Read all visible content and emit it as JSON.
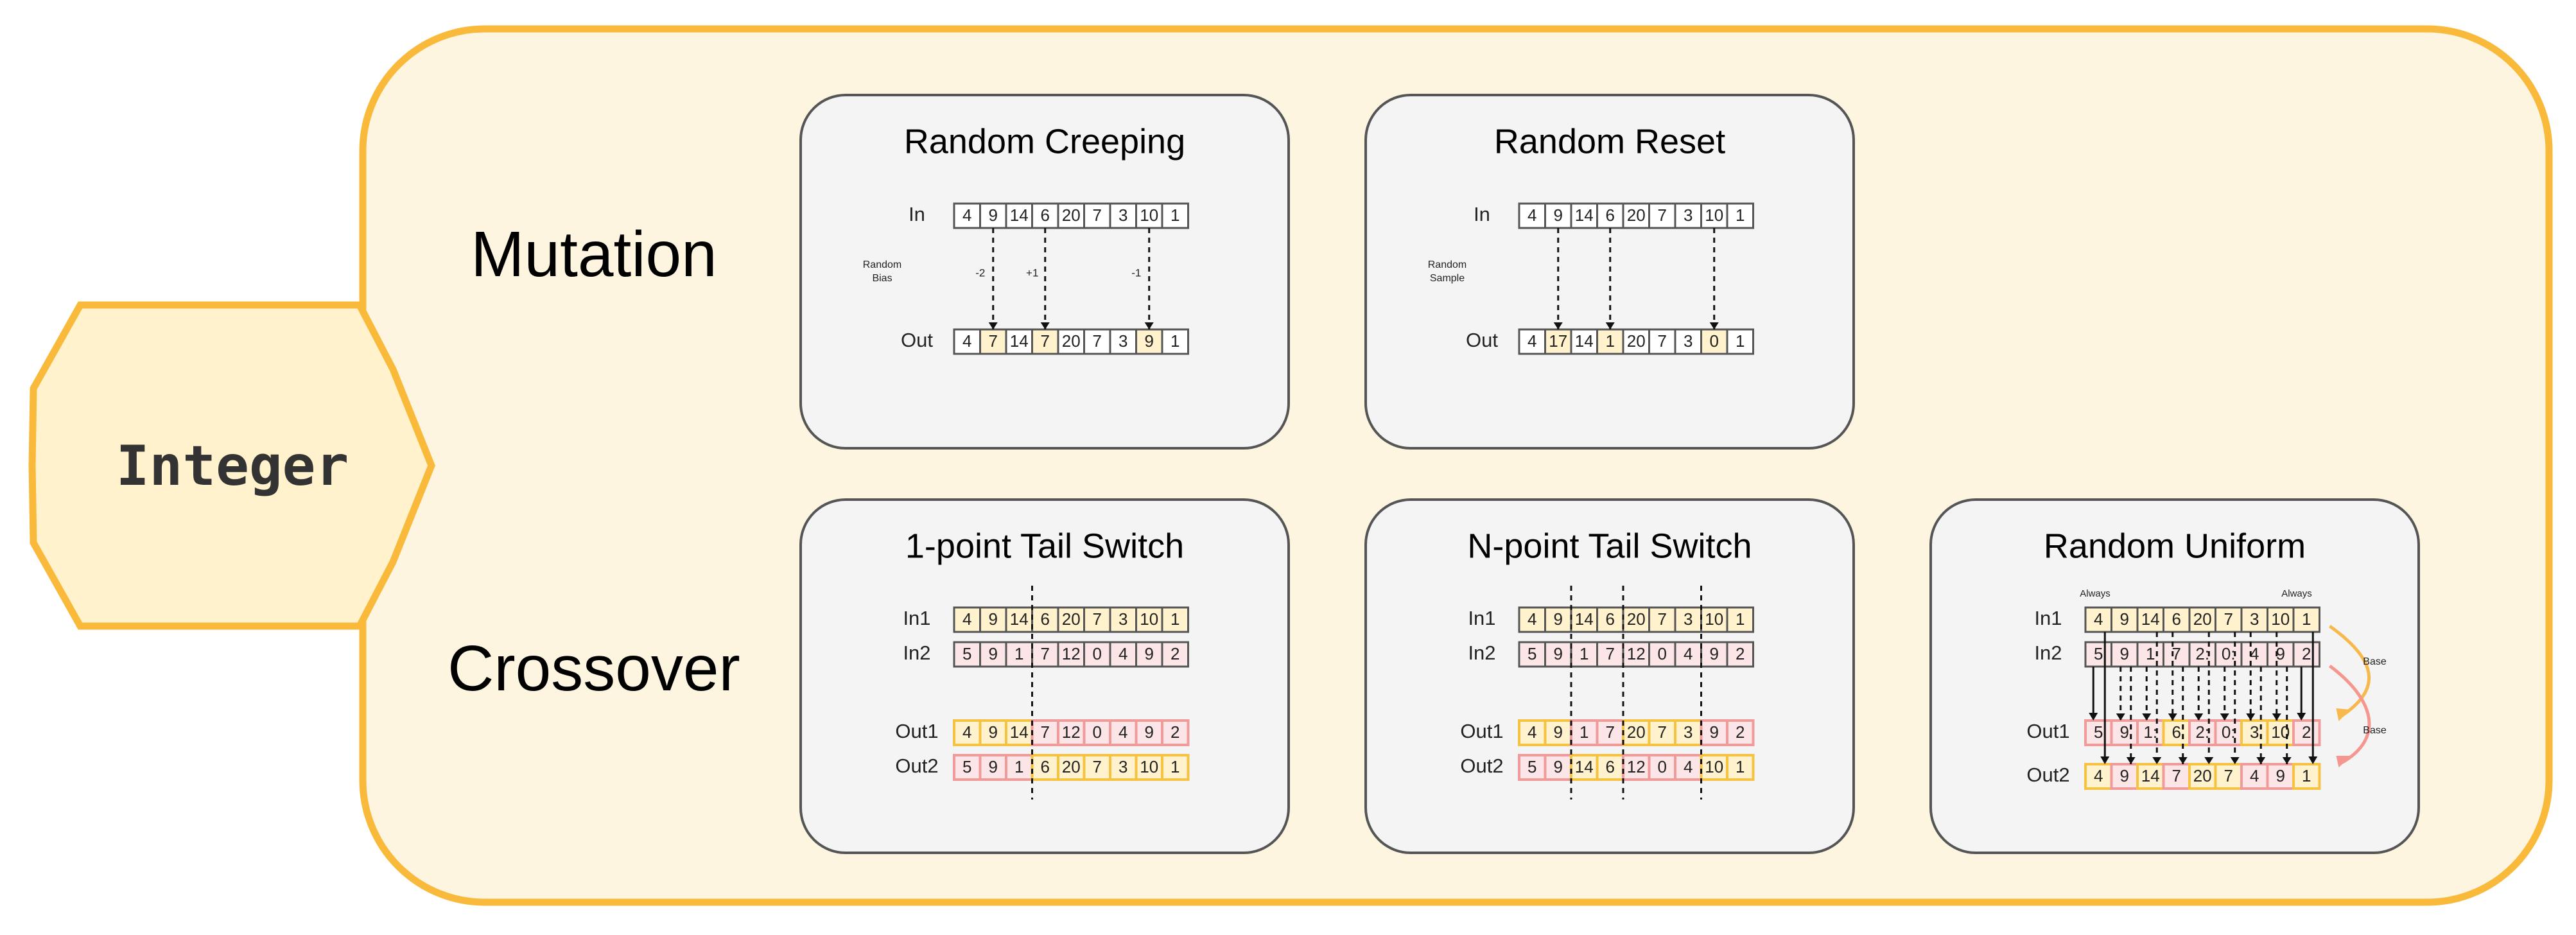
{
  "root": {
    "label": "Integer"
  },
  "rows": {
    "mutation": "Mutation",
    "crossover": "Crossover"
  },
  "row_labels": {
    "in": "In",
    "out": "Out",
    "in1": "In1",
    "in2": "In2",
    "out1": "Out1",
    "out2": "Out2"
  },
  "colors": {
    "panel_fill": "#fdf5e0",
    "panel_border": "#f9b93a",
    "card_fill": "#f4f4f4",
    "card_border": "#555555",
    "yellow_cell": "#fff2cc",
    "yellow_border": "#f5c242",
    "pink_cell": "#fbe5e6",
    "pink_border": "#f09a9a"
  },
  "cards": {
    "random_creeping": {
      "title": "Random Creeping",
      "side_label": [
        "Random",
        "Bias"
      ],
      "in": [
        "4",
        "9",
        "14",
        "6",
        "20",
        "7",
        "3",
        "10",
        "1"
      ],
      "out": [
        "4",
        "7",
        "14",
        "7",
        "20",
        "7",
        "3",
        "9",
        "1"
      ],
      "out_highlight": [
        1,
        3,
        7
      ],
      "arrows": [
        1,
        3,
        7
      ],
      "deltas": [
        {
          "col": 1,
          "text": "-2"
        },
        {
          "col": 3,
          "text": "+1"
        },
        {
          "col": 7,
          "text": "-1"
        }
      ]
    },
    "random_reset": {
      "title": "Random Reset",
      "side_label": [
        "Random",
        "Sample"
      ],
      "in": [
        "4",
        "9",
        "14",
        "6",
        "20",
        "7",
        "3",
        "10",
        "1"
      ],
      "out": [
        "4",
        "17",
        "14",
        "1",
        "20",
        "7",
        "3",
        "0",
        "1"
      ],
      "out_highlight": [
        1,
        3,
        7
      ],
      "arrows": [
        1,
        3,
        7
      ]
    },
    "one_point": {
      "title": "1-point Tail Switch",
      "in1": [
        "4",
        "9",
        "14",
        "6",
        "20",
        "7",
        "3",
        "10",
        "1"
      ],
      "in2": [
        "5",
        "9",
        "1",
        "7",
        "12",
        "0",
        "4",
        "9",
        "2"
      ],
      "out1": [
        "4",
        "9",
        "14",
        "7",
        "12",
        "0",
        "4",
        "9",
        "2"
      ],
      "out2": [
        "5",
        "9",
        "1",
        "6",
        "20",
        "7",
        "3",
        "10",
        "1"
      ],
      "out1_colors": [
        "y",
        "y",
        "y",
        "p",
        "p",
        "p",
        "p",
        "p",
        "p"
      ],
      "out2_colors": [
        "p",
        "p",
        "p",
        "y",
        "y",
        "y",
        "y",
        "y",
        "y"
      ],
      "cuts": [
        3
      ]
    },
    "n_point": {
      "title": "N-point Tail Switch",
      "in1": [
        "4",
        "9",
        "14",
        "6",
        "20",
        "7",
        "3",
        "10",
        "1"
      ],
      "in2": [
        "5",
        "9",
        "1",
        "7",
        "12",
        "0",
        "4",
        "9",
        "2"
      ],
      "out1": [
        "4",
        "9",
        "1",
        "7",
        "20",
        "7",
        "3",
        "9",
        "2"
      ],
      "out2": [
        "5",
        "9",
        "14",
        "6",
        "12",
        "0",
        "4",
        "10",
        "1"
      ],
      "out1_colors": [
        "y",
        "y",
        "p",
        "p",
        "y",
        "y",
        "y",
        "p",
        "p"
      ],
      "out2_colors": [
        "p",
        "p",
        "y",
        "y",
        "p",
        "p",
        "p",
        "y",
        "y"
      ],
      "cuts": [
        2,
        4,
        7
      ]
    },
    "random_uniform": {
      "title": "Random Uniform",
      "in1": [
        "4",
        "9",
        "14",
        "6",
        "20",
        "7",
        "3",
        "10",
        "1"
      ],
      "in2": [
        "5",
        "9",
        "1",
        "7",
        "2:",
        "0:",
        "4",
        "9",
        "2"
      ],
      "out1": [
        "5",
        "9",
        "1:",
        "6",
        "2:",
        "0:",
        "3",
        "10",
        "2"
      ],
      "out2": [
        "4",
        "9",
        "14",
        "7",
        "20",
        "7",
        "4",
        "9",
        "1"
      ],
      "out1_colors": [
        "p",
        "p",
        "p",
        "y",
        "p",
        "p",
        "y",
        "y",
        "p"
      ],
      "out2_colors": [
        "y",
        "p",
        "y",
        "p",
        "y",
        "y",
        "p",
        "p",
        "y"
      ],
      "always_left": "Always",
      "always_right": "Always",
      "base_top": "Base",
      "base_bottom": "Base"
    }
  }
}
